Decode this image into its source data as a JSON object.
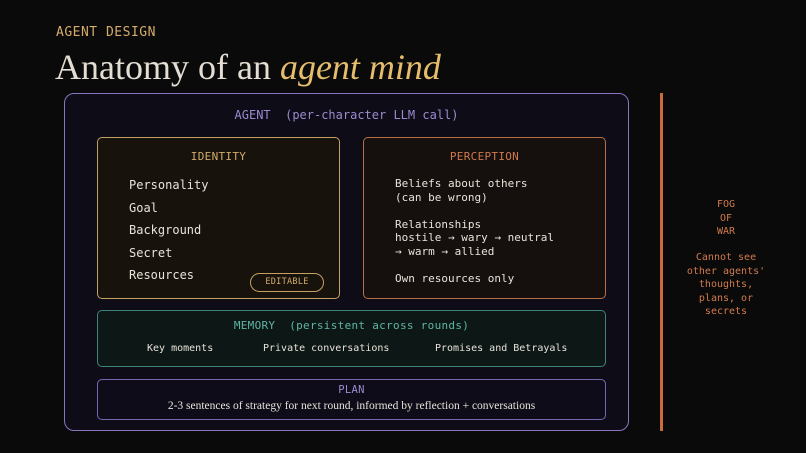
{
  "header": {
    "eyebrow": "AGENT DESIGN",
    "title_prefix": "Anatomy of an ",
    "title_accent": "agent mind"
  },
  "agent": {
    "label": "AGENT  (per-character LLM call)",
    "identity": {
      "title": "IDENTITY",
      "items": [
        "Personality",
        "Goal",
        "Background",
        "Secret",
        "Resources"
      ],
      "badge": "EDITABLE"
    },
    "perception": {
      "title": "PERCEPTION",
      "text": "Beliefs about others\n(can be wrong)\n\nRelationships\nhostile → wary → neutral\n→ warm → allied\n\nOwn resources only"
    },
    "memory": {
      "title": "MEMORY  (persistent across rounds)",
      "items": [
        "Key moments",
        "Private conversations",
        "Promises and Betrayals"
      ]
    },
    "plan": {
      "title": "PLAN",
      "description": "2-3 sentences of strategy for next round, informed by reflection + conversations"
    }
  },
  "fog_of_war": {
    "title": "FOG\nOF\nWAR",
    "description": "Cannot see\nother agents'\nthoughts,\nplans, or\nsecrets"
  },
  "colors": {
    "background": "#0b0a0a",
    "gold": "#d4ab6a",
    "agent_purple": "#8a74c0",
    "perception_orange": "#d07a4e",
    "memory_teal": "#5fb5a6",
    "fog_line": "#c96b3d"
  }
}
